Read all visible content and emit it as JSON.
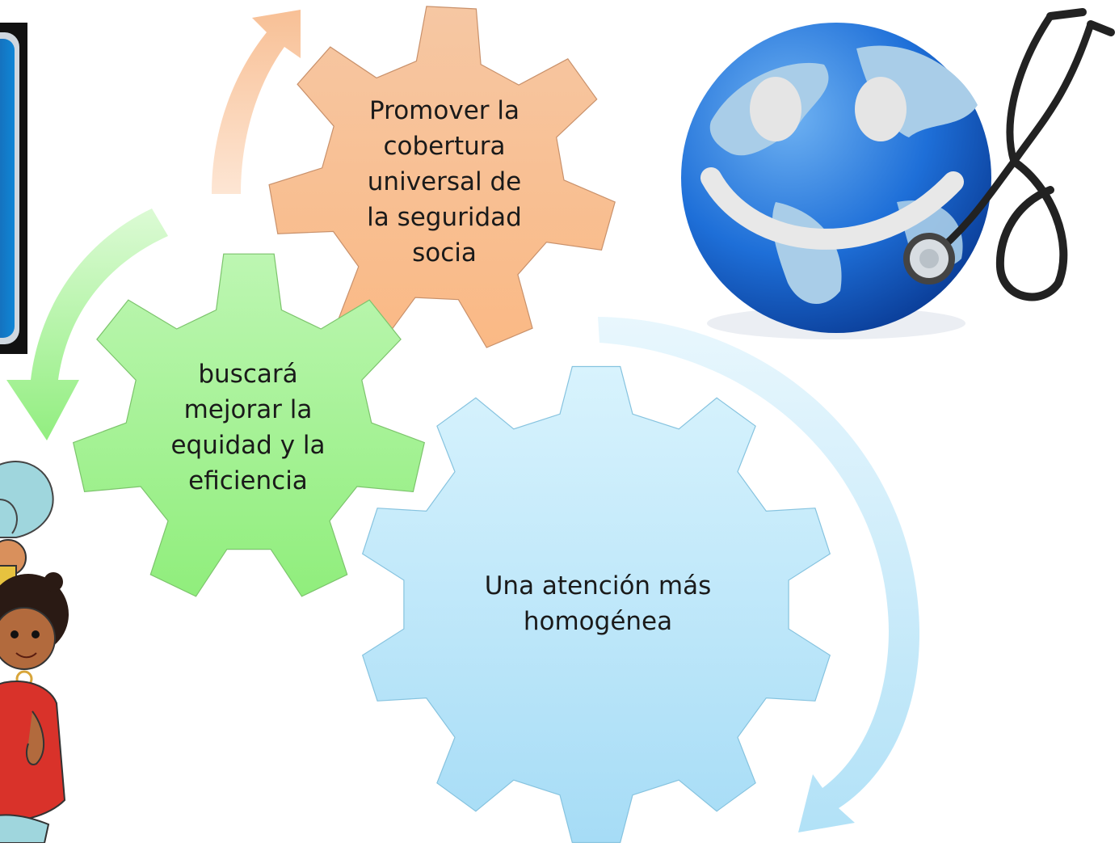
{
  "diagram": {
    "gears": [
      {
        "id": "orange",
        "text": "Promover la\ncobertura\nuniversal de\nla seguridad\nsocia",
        "fill": "#f8b98a"
      },
      {
        "id": "green",
        "text": "buscará\nmejorar la\nequidad y la\neficiencia",
        "fill": "#a8f29a"
      },
      {
        "id": "blue",
        "text": "Una  atención más\nhomogénea",
        "fill": "#bfe9fb"
      }
    ],
    "arrows": [
      {
        "id": "arrow-orange",
        "color": "#f8c9a6"
      },
      {
        "id": "arrow-green",
        "color": "#b8f4a8"
      },
      {
        "id": "arrow-blue",
        "color": "#c8ecfb"
      }
    ]
  },
  "decorations": {
    "globe_icon": "smiling-globe-with-stethoscope",
    "children_icon": "cartoon-children",
    "panel_icon": "blue-framed-panel"
  },
  "colors": {
    "globe_blue": "#1f6fd6",
    "land": "#a9cde8",
    "stethoscope": "#222222"
  }
}
